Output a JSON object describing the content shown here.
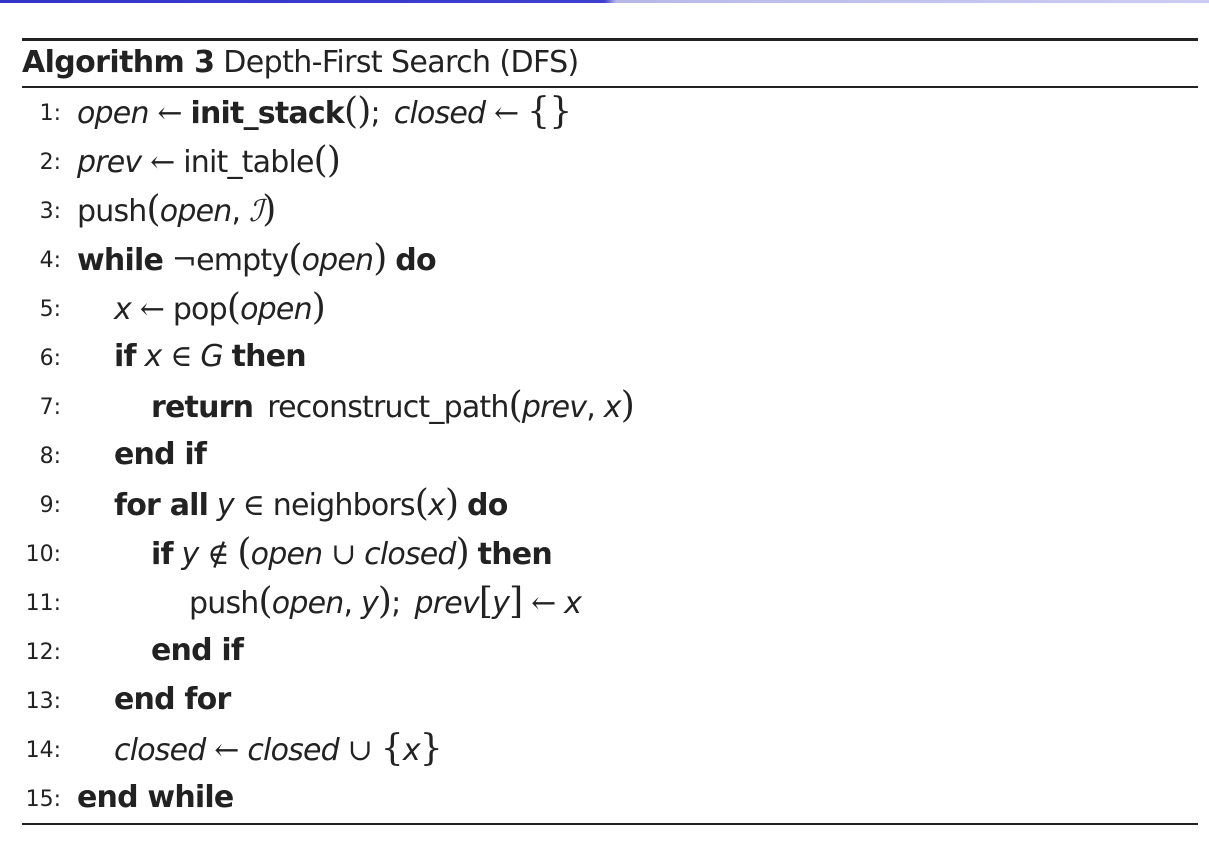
{
  "caption": {
    "label": "Algorithm 3",
    "title": "Depth-First Search (DFS)"
  },
  "lines": [
    {
      "num": "1:",
      "open": "open",
      "arrow": "←",
      "fn": "init_stack",
      "paren": "()",
      "semi": ";",
      "closed": "closed",
      "arrow2": "←",
      "set": "{}"
    },
    {
      "num": "2:",
      "prev": "prev",
      "arrow": "←",
      "fn": "init_table",
      "paren": "()"
    },
    {
      "num": "3:",
      "fn": "push",
      "lp": "(",
      "open": "open",
      "comma": ",",
      "I": "ℐ",
      "rp": ")"
    },
    {
      "num": "4:",
      "kw": "while",
      "not": "¬",
      "fn": "empty",
      "lp": "(",
      "open": "open",
      "rp": ")",
      "do": "do"
    },
    {
      "num": "5:",
      "x": "x",
      "arrow": "←",
      "fn": "pop",
      "lp": "(",
      "open": "open",
      "rp": ")"
    },
    {
      "num": "6:",
      "kw": "if",
      "x": "x",
      "in": "∈",
      "G": "G",
      "then": "then"
    },
    {
      "num": "7:",
      "kw": "return",
      "fn": "reconstruct_path",
      "lp": "(",
      "prev": "prev",
      "comma": ",",
      "x": "x",
      "rp": ")"
    },
    {
      "num": "8:",
      "kw": "end if"
    },
    {
      "num": "9:",
      "kw": "for all",
      "y": "y",
      "in": "∈",
      "fn": "neighbors",
      "lp": "(",
      "x": "x",
      "rp": ")",
      "do": "do"
    },
    {
      "num": "10:",
      "kw": "if",
      "y": "y",
      "notin": "∉",
      "lp": "(",
      "open": "open",
      "cup": "∪",
      "closed": "closed",
      "rp": ")",
      "then": "then"
    },
    {
      "num": "11:",
      "fn": "push",
      "lp": "(",
      "open": "open",
      "comma": ",",
      "y": "y",
      "rp": ")",
      "semi": ";",
      "prev": "prev",
      "lb": "[",
      "y2": "y",
      "rb": "]",
      "arrow": "←",
      "x": "x"
    },
    {
      "num": "12:",
      "kw": "end if"
    },
    {
      "num": "13:",
      "kw": "end for"
    },
    {
      "num": "14:",
      "closed": "closed",
      "arrow": "←",
      "closed2": "closed",
      "cup": "∪",
      "lb": "{",
      "x": "x",
      "rb": "}"
    },
    {
      "num": "15:",
      "kw": "end while"
    }
  ],
  "colors": {
    "text": "#222222",
    "accent_bar": "#3f3fd0",
    "accent_bar_light": "#ccccf2"
  }
}
